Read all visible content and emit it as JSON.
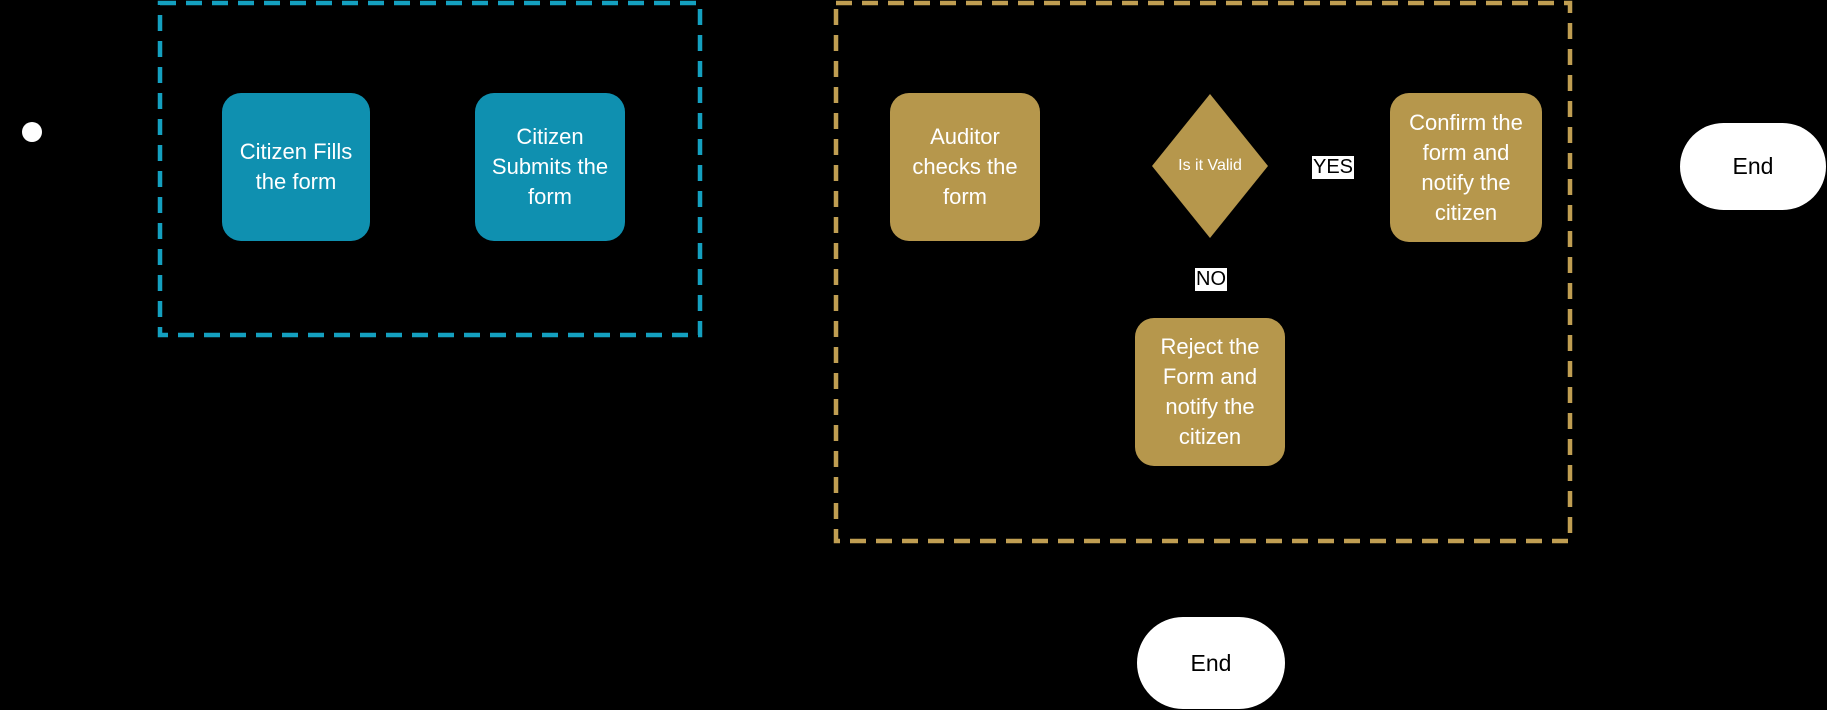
{
  "diagram": {
    "background_color": "#000000",
    "colors": {
      "teal_fill": "#0F90B0",
      "teal_lane_border": "#14A0C0",
      "gold_fill": "#B6974C",
      "gold_lane_border": "#C09E52",
      "node_text": "#FFFFFF",
      "edge_label_bg": "#FFFFFF",
      "edge_label_text": "#000000",
      "end_node_bg": "#FFFFFF",
      "end_node_text": "#000000",
      "start_node": "#FFFFFF"
    },
    "lanes": [
      {
        "id": "citizen-lane",
        "border_style": "dashed",
        "border_color": "#14A0C0"
      },
      {
        "id": "auditor-lane",
        "border_style": "dashed",
        "border_color": "#C09E52"
      }
    ],
    "nodes": {
      "start": {
        "shape": "filled-circle"
      },
      "fill_form": {
        "label": "Citizen Fills\nthe form"
      },
      "submit_form": {
        "label": "Citizen\nSubmits the\nform"
      },
      "auditor_checks": {
        "label": "Auditor\nchecks the\nform"
      },
      "decision": {
        "label": "Is it Valid"
      },
      "confirm": {
        "label": "Confirm the\nform and\nnotify the\ncitizen"
      },
      "reject": {
        "label": "Reject the\nForm and\nnotify the\ncitizen"
      },
      "end_right": {
        "label": "End"
      },
      "end_bottom": {
        "label": "End"
      }
    },
    "edge_labels": {
      "yes": "YES",
      "no": "NO"
    }
  }
}
